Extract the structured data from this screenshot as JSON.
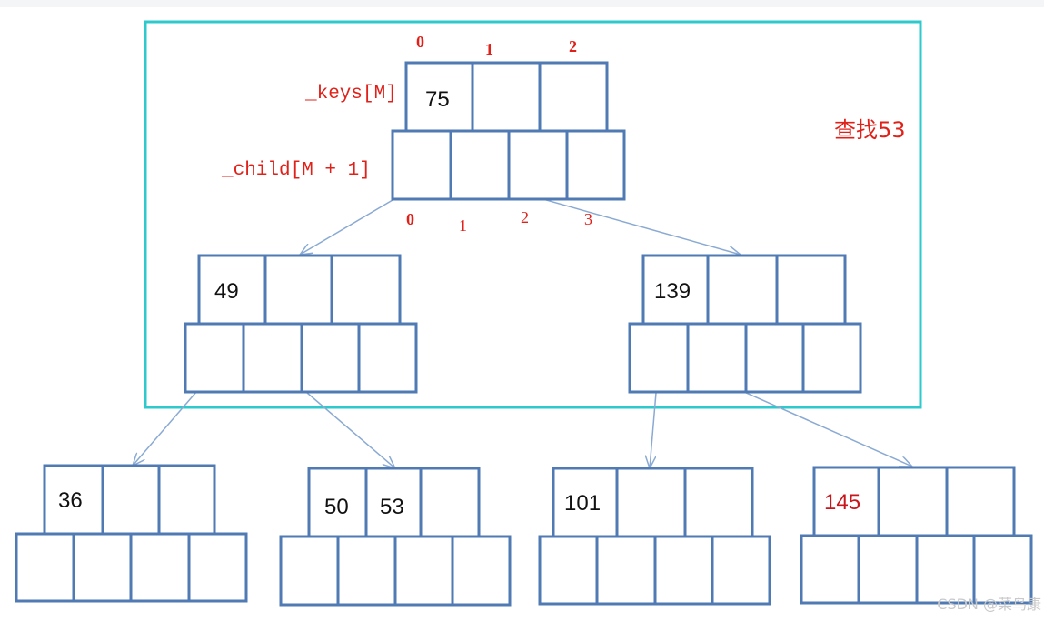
{
  "colors": {
    "box": "#4f7ab3",
    "arrow": "#8aaad3",
    "highlight_frame": "#2ec9cc",
    "annotation": "#e0211a",
    "key_text": "#111111",
    "target_key": "#c8161d",
    "watermark": "#c9c9c9"
  },
  "annotations": {
    "search_label": "查找53",
    "keys_label": "_keys[M]",
    "child_label": "_child[M + 1]"
  },
  "key_indices": [
    "0",
    "1",
    "2"
  ],
  "child_indices": [
    "0",
    "1",
    "2",
    "3"
  ],
  "tree": {
    "root": {
      "keys": [
        "75",
        "",
        ""
      ]
    },
    "level1": [
      {
        "keys": [
          "49",
          "",
          ""
        ]
      },
      {
        "keys": [
          "139",
          "",
          ""
        ]
      }
    ],
    "leaves": [
      {
        "keys": [
          "36",
          "",
          ""
        ]
      },
      {
        "keys": [
          "50",
          "53",
          ""
        ]
      },
      {
        "keys": [
          "101",
          "",
          ""
        ]
      },
      {
        "keys": [
          "145",
          "",
          ""
        ]
      }
    ]
  },
  "watermark": "CSDN @菜鸟康"
}
